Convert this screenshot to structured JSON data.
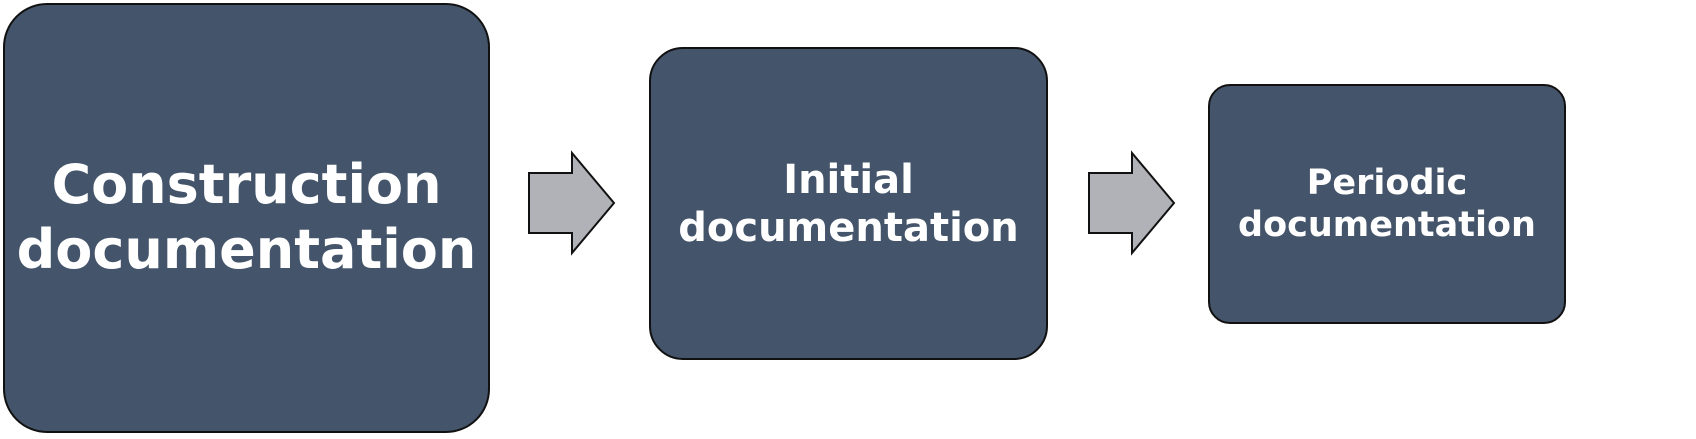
{
  "steps": [
    {
      "line1": "Construction",
      "line2": "documentation"
    },
    {
      "line1": "Initial",
      "line2": "documentation"
    },
    {
      "line1": "Periodic",
      "line2": "documentation"
    }
  ],
  "colors": {
    "box": "#44546a",
    "arrow": "#b0b2b8",
    "text": "#ffffff"
  }
}
